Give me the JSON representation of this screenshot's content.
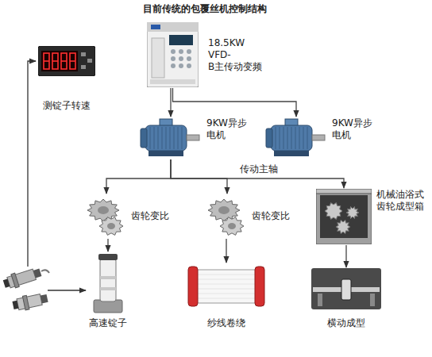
{
  "diagram": {
    "title": "目前传统的包覆丝机控制结构",
    "nodes": [
      {
        "text": [
          "测锭子转速"
        ]
      },
      {
        "text": [
          "18.5KW VFD-B主传动变频"
        ]
      },
      {
        "text": [
          "9KW异步 电机"
        ]
      },
      {
        "text": [
          "9KW异步 电机"
        ]
      },
      {
        "text": [
          "齿轮变比"
        ]
      },
      {
        "text": [
          "齿轮变比"
        ]
      },
      {
        "text": [
          "机械油浴式 齿轮成型箱"
        ]
      },
      {
        "text": [
          "高速锭子"
        ]
      },
      {
        "text": [
          "纱线卷绕"
        ]
      },
      {
        "text": [
          "横动成型"
        ]
      }
    ],
    "edges": [
      {
        "from": 1,
        "to": 2,
        "arrow": "to"
      },
      {
        "from": 1,
        "to": 3,
        "arrow": "to"
      },
      {
        "from": 2,
        "to": 4,
        "arrow": "to"
      },
      {
        "from": 2,
        "to": 5,
        "arrow": "to"
      },
      {
        "from": 2,
        "to": 6,
        "arrow": "to"
      },
      {
        "from": 4,
        "to": 7,
        "arrow": "to"
      },
      {
        "from": 5,
        "to": 8,
        "arrow": "to"
      },
      {
        "from": 6,
        "to": 9,
        "arrow": "to"
      }
    ],
    "labels": [
      "传动主轴"
    ]
  }
}
